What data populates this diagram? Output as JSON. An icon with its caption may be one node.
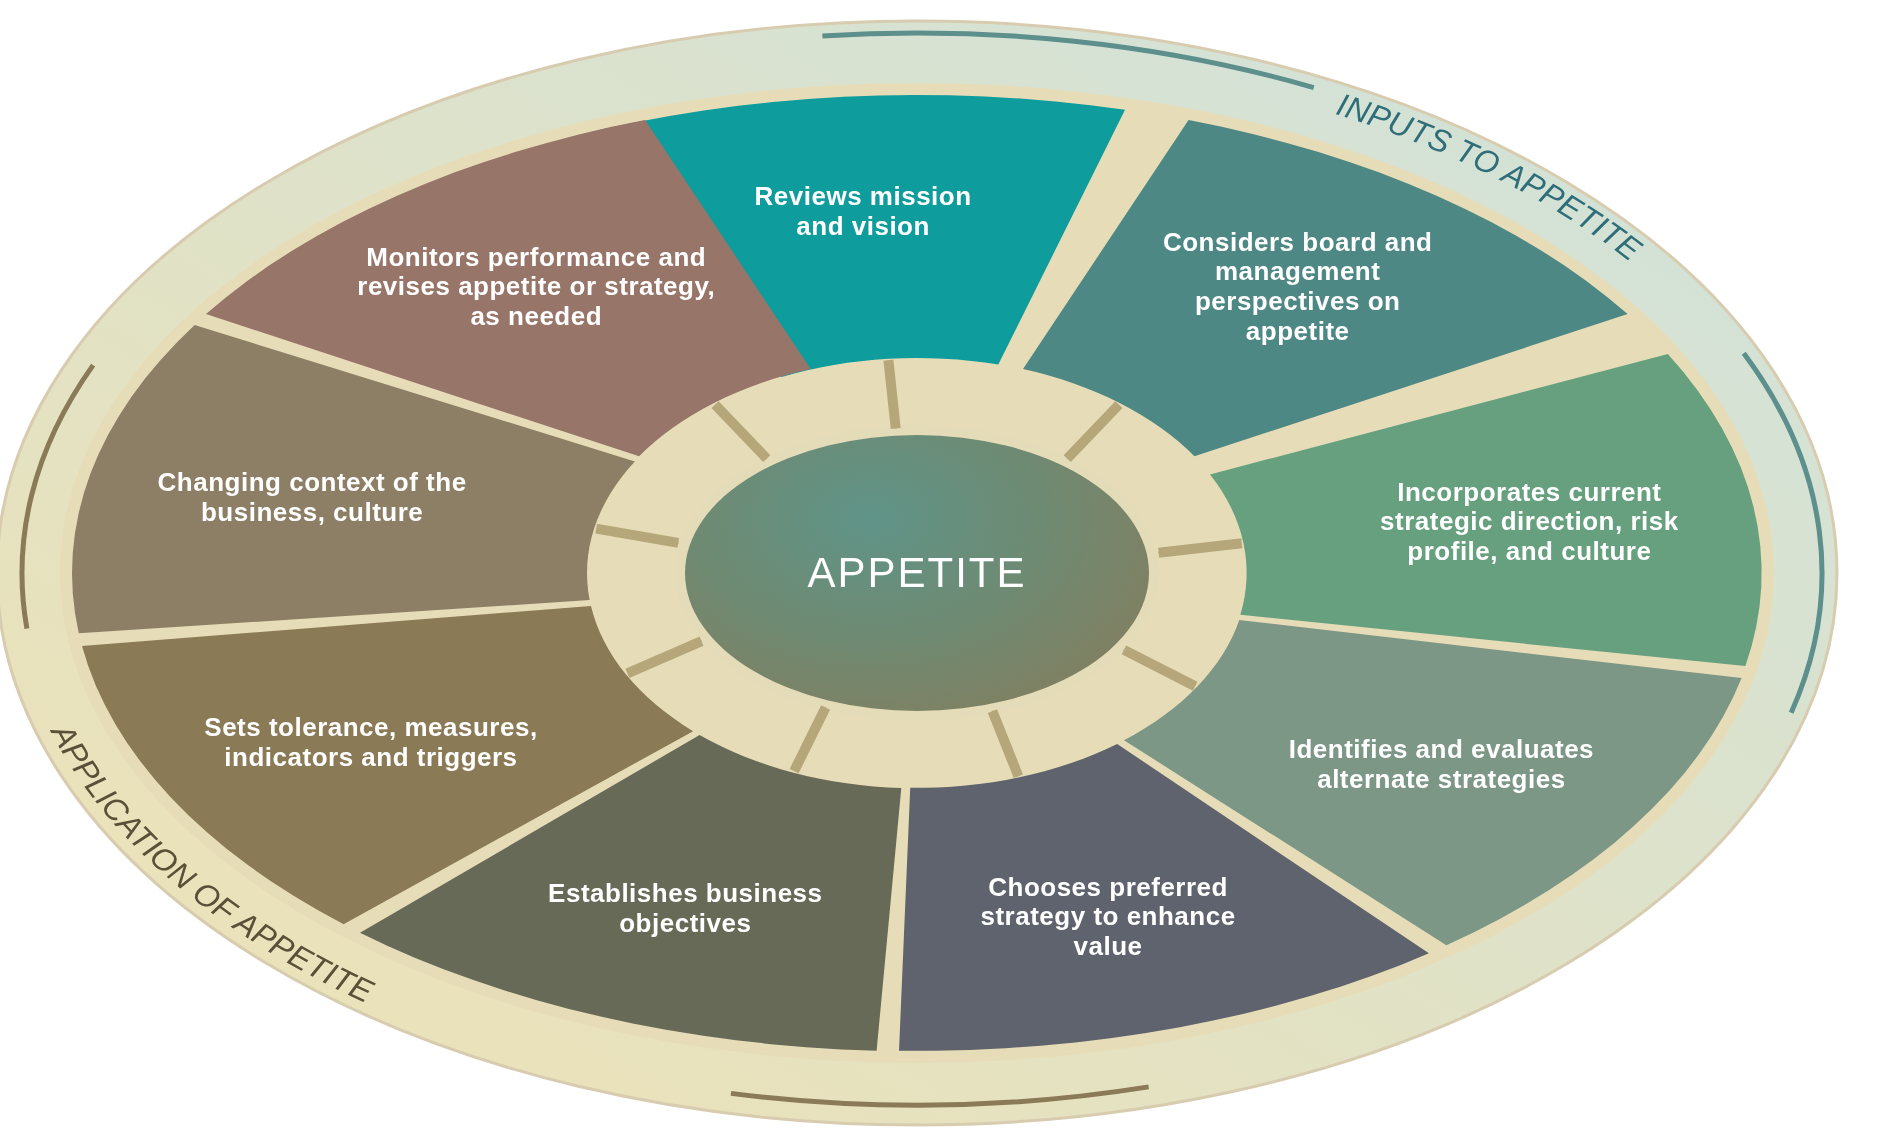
{
  "diagram": {
    "nodes": [
      {
        "text": [
          "APPETITE"
        ]
      },
      {
        "text": [
          "Reviews mission and vision"
        ]
      },
      {
        "text": [
          "Considers board and management perspectives on appetite"
        ]
      },
      {
        "text": [
          "Incorporates current strategic direction, risk profile, and culture"
        ]
      },
      {
        "text": [
          "Identifies and evaluates alternate strategies"
        ]
      },
      {
        "text": [
          "Chooses preferred strategy to enhance value"
        ]
      },
      {
        "text": [
          "Establishes business objectives"
        ]
      },
      {
        "text": [
          "Sets tolerance, measures, indicators and triggers"
        ]
      },
      {
        "text": [
          "Changing context of the business, culture"
        ]
      },
      {
        "text": [
          "Monitors performance and revises appetite or strategy, as needed"
        ]
      }
    ],
    "edges": [
      {
        "from": 1,
        "to": 0,
        "arrow": "to"
      },
      {
        "from": 2,
        "to": 0,
        "arrow": "to"
      },
      {
        "from": 3,
        "to": 0,
        "arrow": "to"
      },
      {
        "from": 4,
        "to": 0,
        "arrow": "to"
      },
      {
        "from": 5,
        "to": 0,
        "arrow": "to"
      },
      {
        "from": 6,
        "to": 0,
        "arrow": "to"
      },
      {
        "from": 7,
        "to": 0,
        "arrow": "to"
      },
      {
        "from": 8,
        "to": 0,
        "arrow": "to"
      },
      {
        "from": 9,
        "to": 0,
        "arrow": "to"
      }
    ],
    "labels": [
      "INPUTS TO APPETITE",
      "APPLICATION OF APPETITE"
    ]
  }
}
